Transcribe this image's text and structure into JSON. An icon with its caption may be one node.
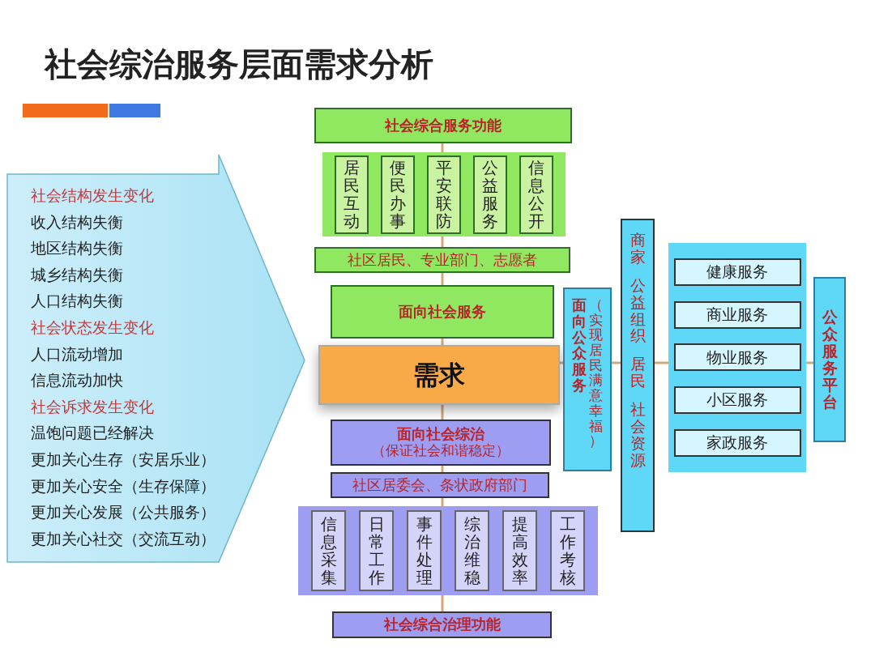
{
  "diagram": {
    "title": "社会综治服务层面需求分析",
    "nodes": [
      {
        "text": [
          "社会结构发生变化",
          "收入结构失衡",
          "地区结构失衡",
          "城乡结构失衡",
          "人口结构失衡",
          "社会状态发生变化",
          "人口流动增加",
          "信息流动加快",
          "社会诉求发生变化",
          "温饱问题已经解决",
          "更加关心生存（安居乐业）",
          "更加关心安全（生存保障）",
          "更加关心发展（公共服务）",
          "更加关心社交（交流互动）"
        ]
      },
      {
        "text": [
          "社会综合服务功能"
        ]
      },
      {
        "text": [],
        "shape": "box"
      },
      {
        "text": [
          "居民互动"
        ],
        "in": 2
      },
      {
        "text": [
          "便民办事"
        ],
        "in": 2
      },
      {
        "text": [
          "平安联防"
        ],
        "in": 2
      },
      {
        "text": [
          "公益服务"
        ],
        "in": 2
      },
      {
        "text": [
          "信息公开"
        ],
        "in": 2
      },
      {
        "text": [
          "社区居民、专业部门、志愿者"
        ]
      },
      {
        "text": [
          "面向社会服务"
        ]
      },
      {
        "text": [
          "需求"
        ]
      },
      {
        "text": [
          "面向社会综治",
          "（保证社会和谐稳定）"
        ]
      },
      {
        "text": [
          "社区居委会、条状政府部门"
        ]
      },
      {
        "text": [],
        "shape": "box"
      },
      {
        "text": [
          "信息采集"
        ],
        "in": 13
      },
      {
        "text": [
          "日常工作"
        ],
        "in": 13
      },
      {
        "text": [
          "事件处理"
        ],
        "in": 13
      },
      {
        "text": [
          "综治维稳"
        ],
        "in": 13
      },
      {
        "text": [
          "提高效率"
        ],
        "in": 13
      },
      {
        "text": [
          "工作考核"
        ],
        "in": 13
      },
      {
        "text": [
          "社会综合治理功能"
        ]
      },
      {
        "text": [
          "面向公众服务",
          "（实现居民满意幸福）"
        ]
      },
      {
        "text": [
          "商家",
          "公益组织",
          "居民",
          "社会资源"
        ]
      },
      {
        "text": [],
        "shape": "box"
      },
      {
        "text": [
          "健康服务"
        ],
        "in": 23
      },
      {
        "text": [
          "商业服务"
        ],
        "in": 23
      },
      {
        "text": [
          "物业服务"
        ],
        "in": 23
      },
      {
        "text": [
          "小区服务"
        ],
        "in": 23
      },
      {
        "text": [
          "家政服务"
        ],
        "in": 23
      },
      {
        "text": [
          "公众服务平台"
        ]
      }
    ],
    "edges": [
      {
        "from": 1,
        "to": 2,
        "arrow": "none"
      },
      {
        "from": 2,
        "to": 8,
        "arrow": "none"
      },
      {
        "from": 8,
        "to": 9,
        "arrow": "none"
      },
      {
        "from": 9,
        "to": 10,
        "arrow": "none"
      },
      {
        "from": 10,
        "to": 11,
        "arrow": "none"
      },
      {
        "from": 11,
        "to": 12,
        "arrow": "none"
      },
      {
        "from": 12,
        "to": 13,
        "arrow": "none"
      },
      {
        "from": 13,
        "to": 20,
        "arrow": "none"
      },
      {
        "from": 10,
        "to": 21,
        "arrow": "none"
      },
      {
        "from": 21,
        "to": 22,
        "arrow": "none"
      },
      {
        "from": 22,
        "to": 23,
        "arrow": "none"
      },
      {
        "from": 23,
        "to": 29,
        "arrow": "none"
      }
    ]
  }
}
